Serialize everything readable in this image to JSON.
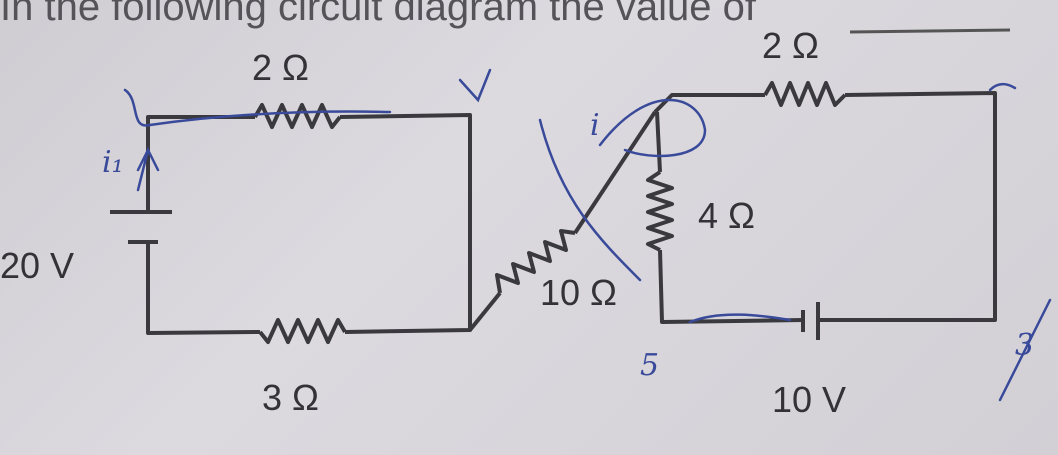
{
  "question_text": "In the following circuit diagram the value of",
  "components": {
    "left_top_resistor": "2 Ω",
    "left_bottom_resistor": "3 Ω",
    "left_battery": "20 V",
    "diagonal_resistor": "10 Ω",
    "right_top_resistor": "2 Ω",
    "middle_resistor": "4 Ω",
    "right_battery": "10 V"
  },
  "annotations": [
    "i₁",
    "i",
    "5",
    "3"
  ],
  "colors": {
    "ink": "#3a393d",
    "pen": "#3a4a9a",
    "paper": "#d6d4d9"
  }
}
